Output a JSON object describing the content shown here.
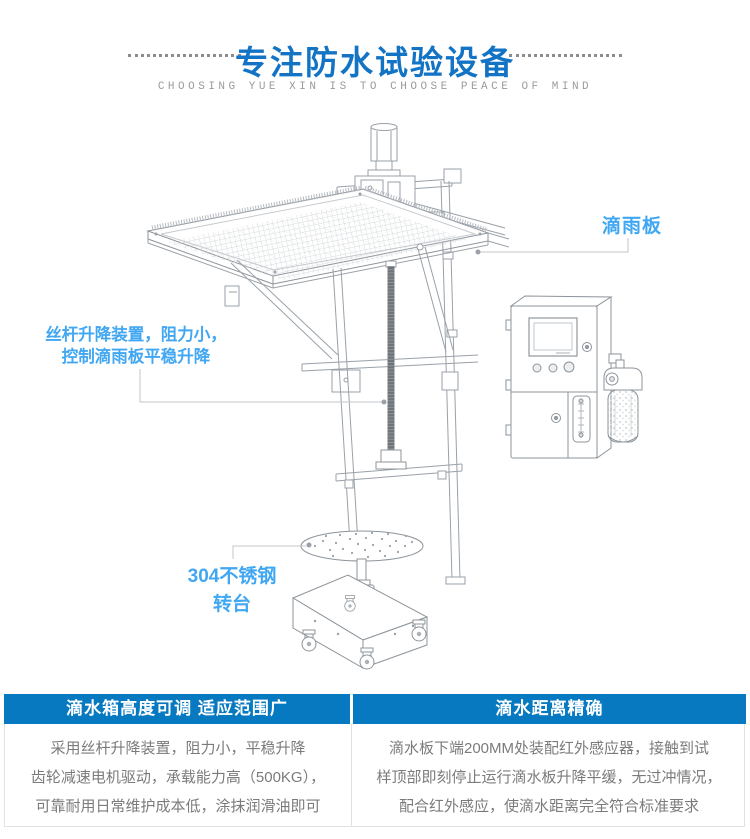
{
  "header": {
    "title": "专注防水试验设备",
    "subtitle": "CHOOSING YUE XIN IS TO CHOOSE PEACE OF MIND"
  },
  "diagram": {
    "labels": {
      "drip_plate": "滴雨板",
      "screw_line1": "丝杆升降装置，阻力小，",
      "screw_line2": "控制滴雨板平稳升降",
      "turntable_line1": "304不锈钢",
      "turntable_line2": "转台"
    },
    "icons": [
      "motor",
      "drip-plate",
      "lead-screw",
      "turntable",
      "base-casters",
      "control-box",
      "water-filter"
    ]
  },
  "features": {
    "left": {
      "title": "滴水箱高度可调 适应范围广",
      "lines": [
        "采用丝杆升降装置，阻力小，平稳升降",
        "齿轮减速电机驱动，承载能力高（500KG），",
        "可靠耐用日常维护成本低，涂抹润滑油即可"
      ]
    },
    "right": {
      "title": "滴水距离精确",
      "lines": [
        "滴水板下端200MM处装配红外感应器，接触到试",
        "样顶部即刻停止运行滴水板升降平缓，无过冲情况，",
        "配合红外感应，使滴水距离完全符合标准要求"
      ]
    }
  },
  "colors": {
    "title_blue": "#1373C4",
    "bar_blue": "#0779C1",
    "label_blue": "#41A7F2",
    "body_gray": "#7B7B7B"
  }
}
